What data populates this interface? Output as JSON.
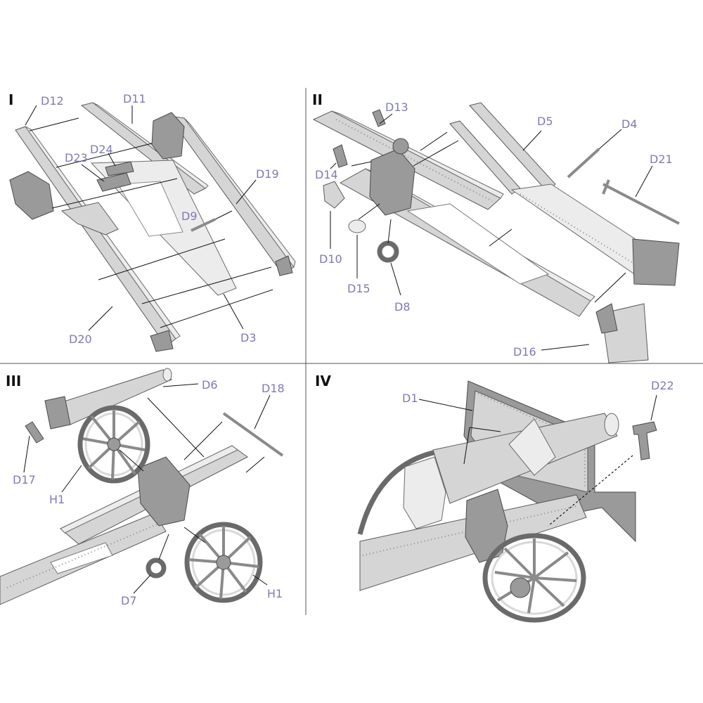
{
  "panels": [
    {
      "numeral": "I",
      "labels": [
        "D12",
        "D11",
        "D24",
        "D23",
        "D19",
        "D9",
        "D20",
        "D3"
      ]
    },
    {
      "numeral": "II",
      "labels": [
        "D13",
        "D5",
        "D4",
        "D21",
        "D14",
        "D10",
        "D15",
        "D8",
        "D16"
      ]
    },
    {
      "numeral": "III",
      "labels": [
        "D6",
        "D18",
        "D17",
        "H1",
        "D7",
        "H1"
      ]
    },
    {
      "numeral": "IV",
      "labels": [
        "D1",
        "D22"
      ]
    }
  ],
  "colors": {
    "label": "#7e7ab4",
    "numeral": "#111111",
    "grid": "#555555",
    "part": "#d5d5d5"
  }
}
